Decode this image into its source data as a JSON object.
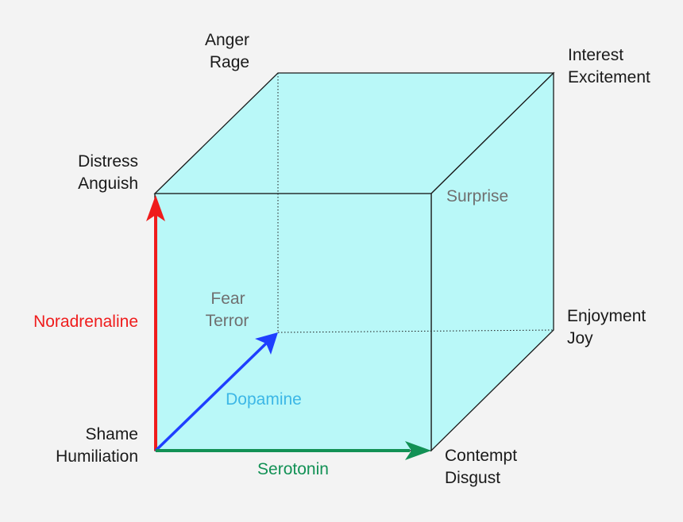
{
  "colors": {
    "background": "#f3f3f3",
    "cube_fill": "#b9f8f8",
    "edge": "#1a1a1a",
    "noradrenaline": "#ef1c1c",
    "dopamine": "#1f3fff",
    "serotonin": "#129155",
    "dopamine_label": "#3cb7e6",
    "hidden_label": "#707070"
  },
  "vertices": {
    "top_back_left": [
      "Anger",
      "Rage"
    ],
    "top_back_right": [
      "Interest",
      "Excitement"
    ],
    "top_front_left": [
      "Distress",
      "Anguish"
    ],
    "top_front_right": [
      "Surprise"
    ],
    "bottom_back_left": [
      "Fear",
      "Terror"
    ],
    "bottom_back_right": [
      "Enjoyment",
      "Joy"
    ],
    "bottom_front_left": [
      "Shame",
      "Humiliation"
    ],
    "bottom_front_right": [
      "Contempt",
      "Disgust"
    ]
  },
  "axes": {
    "noradrenaline": "Noradrenaline",
    "dopamine": "Dopamine",
    "serotonin": "Serotonin"
  }
}
